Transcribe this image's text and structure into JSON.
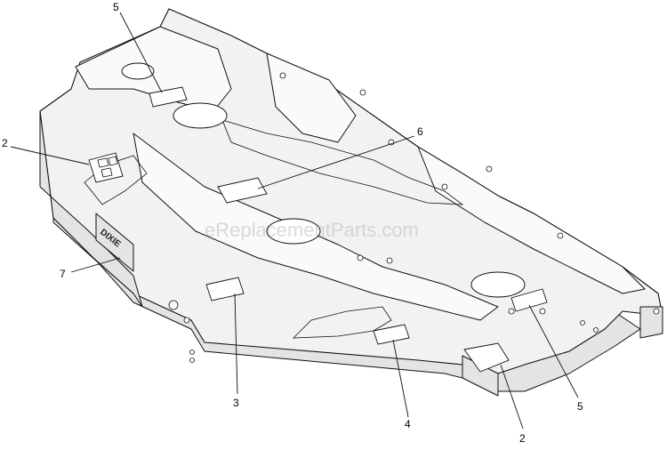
{
  "watermark": "eReplacementParts.com",
  "callouts": [
    {
      "id": "5-top",
      "label": "5"
    },
    {
      "id": "2-left",
      "label": "2"
    },
    {
      "id": "6",
      "label": "6"
    },
    {
      "id": "7",
      "label": "7"
    },
    {
      "id": "3",
      "label": "3"
    },
    {
      "id": "4",
      "label": "4"
    },
    {
      "id": "5-right",
      "label": "5"
    },
    {
      "id": "2-bottom",
      "label": "2"
    }
  ]
}
